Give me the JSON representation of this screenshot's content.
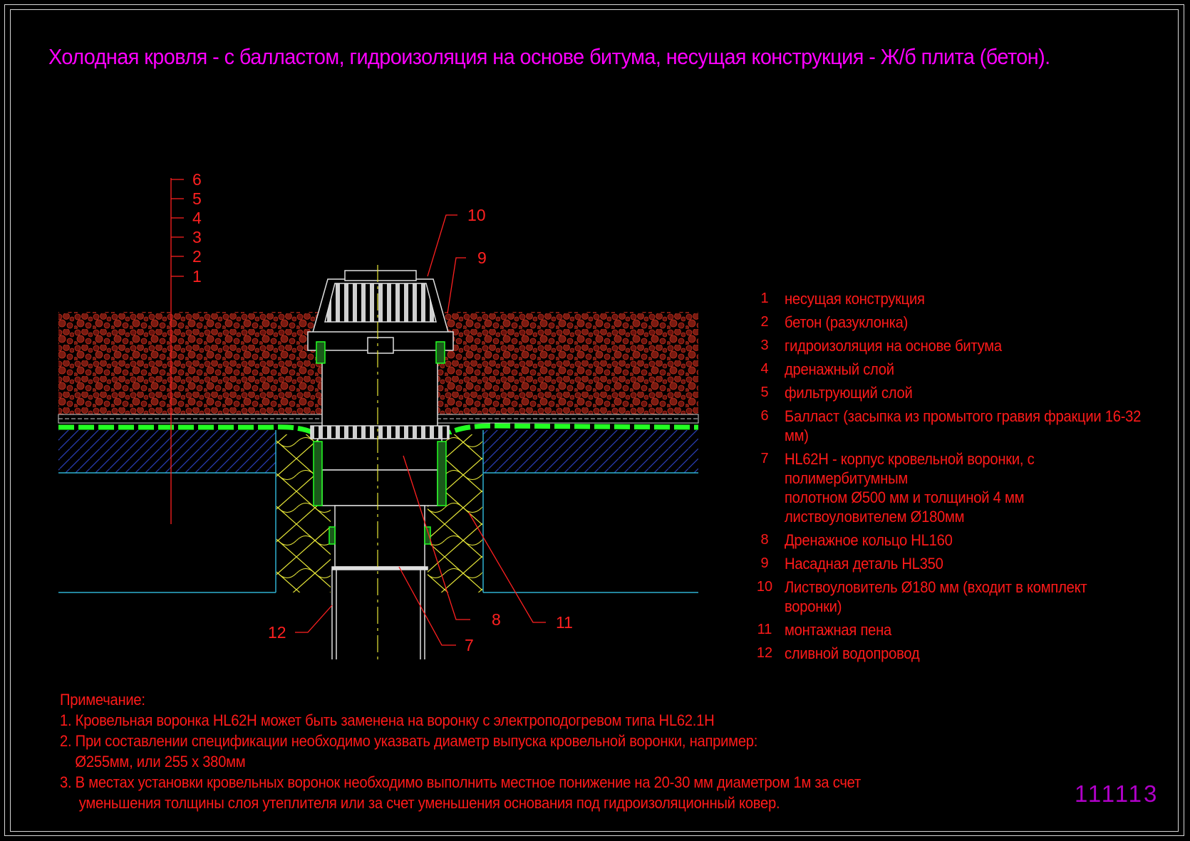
{
  "title": "Холодная кровля - с балластом, гидроизоляция на основе битума, несущая конструкция - Ж/б плита (бетон).",
  "colors": {
    "background": "#000000",
    "title": "#ff00ff",
    "text": "#ff1a1a",
    "gravel": "#8a1a10",
    "membrane": "#22ff22",
    "hatch": "#2a3fb8",
    "insulation": "#e8e838",
    "code": "#b000c8"
  },
  "layer_scale_labels": [
    "6",
    "5",
    "4",
    "3",
    "2",
    "1"
  ],
  "callouts": {
    "c10": "10",
    "c9": "9",
    "c8": "8",
    "c11": "11",
    "c12": "12",
    "c7": "7"
  },
  "legend": [
    {
      "num": "1",
      "text": "несущая конструкция"
    },
    {
      "num": "2",
      "text": "бетон (разуклонка)"
    },
    {
      "num": "3",
      "text": "гидроизоляция на основе битума"
    },
    {
      "num": "4",
      "text": "дренажный  слой"
    },
    {
      "num": "5",
      "text": "фильтрующий слой"
    },
    {
      "num": "6",
      "text": "Балласт (засыпка из промытого гравия фракции 16-32 мм)"
    },
    {
      "num": "7",
      "text": "HL62H - корпус кровельной воронки, с полимербитумным\nполотном Ø500 мм и толщиной 4 мм\nлиствоуловителем Ø180мм"
    },
    {
      "num": "8",
      "text": "Дренажное кольцо HL160"
    },
    {
      "num": "9",
      "text": "Насадная деталь HL350"
    },
    {
      "num": "10",
      "text": "Листвоуловитель Ø180 мм (входит в комплект воронки)"
    },
    {
      "num": "11",
      "text": "монтажная пена"
    },
    {
      "num": "12",
      "text": "сливной водопровод"
    }
  ],
  "notes": {
    "heading": "Примечание:",
    "n1": "1. Кровельная воронка HL62H может быть заменена на воронку с электроподогревом типа HL62.1H",
    "n2a": "2. При составлении спецификации необходимо указвать диаметр выпуска кровельной воронки, например:",
    "n2b": "    Ø255мм, или 255 x 380мм",
    "n3a": "3. В местах установки кровельных воронок необходимо выполнить местное понижение на 20-30 мм диаметром 1м за счет",
    "n3b": "     уменьшения толщины слоя утеплителя или за счет уменьшения основания под гидроизоляционный ковер."
  },
  "drawing_code": "111113"
}
